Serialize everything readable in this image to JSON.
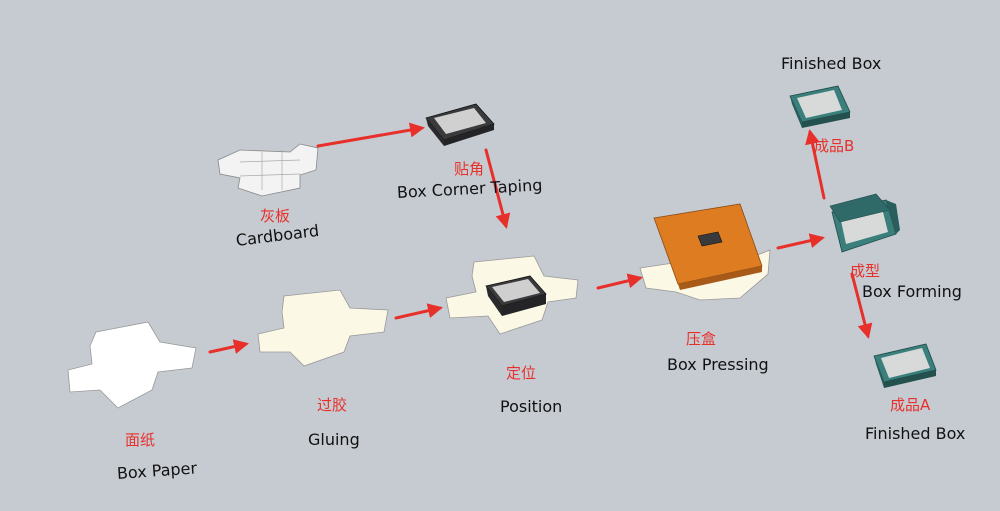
{
  "colors": {
    "background": "#c6cbd2",
    "arrow": "#e8302a",
    "label_cn": "#e8302a",
    "label_en": "#111111",
    "box_paper": "#ffffff",
    "glued_paper": "#fbf8e6",
    "press_plate": "#de7c22",
    "box_dark": "#3a3a3c",
    "box_teal": "#3a7f7c"
  },
  "steps": {
    "cardboard": {
      "cn": "灰板",
      "en": "Cardboard"
    },
    "corner_taping": {
      "cn": "贴角",
      "en": "Box Corner Taping"
    },
    "box_paper": {
      "cn": "面纸",
      "en": "Box Paper"
    },
    "gluing": {
      "cn": "过胶",
      "en": "Gluing"
    },
    "position": {
      "cn": "定位",
      "en": "Position"
    },
    "pressing": {
      "cn": "压盒",
      "en": "Box Pressing"
    },
    "forming": {
      "cn": "成型",
      "en": "Box Forming"
    },
    "finished_b": {
      "cn": "成品B",
      "en": "Finished Box"
    },
    "finished_a": {
      "cn": "成品A",
      "en": "Finished Box"
    }
  }
}
